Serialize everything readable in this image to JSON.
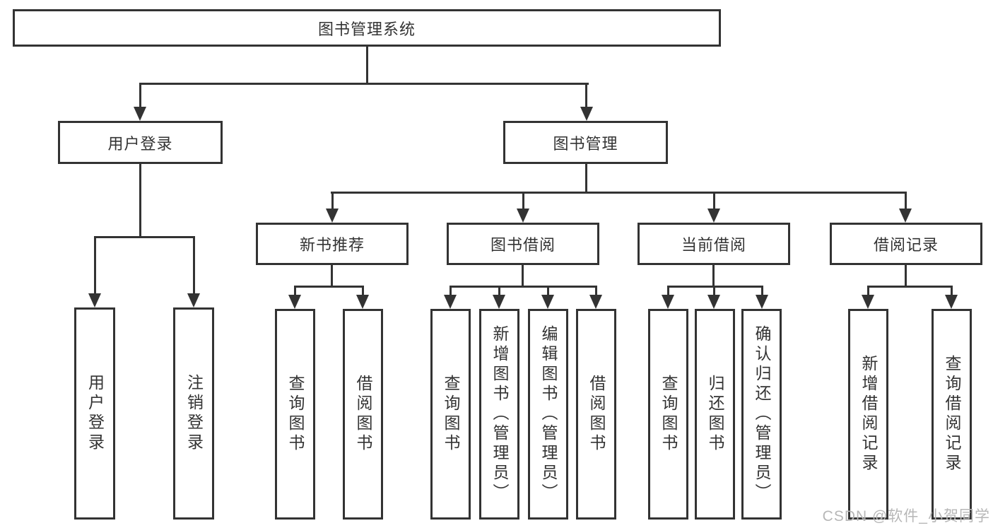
{
  "colors": {
    "line": "#333333",
    "text": "#333333",
    "watermark": "#b7b7b7",
    "background": "#ffffff"
  },
  "watermark": {
    "text": "CSDN @软件_小贺同学"
  },
  "tree": {
    "root": {
      "label": "图书管理系统"
    },
    "children": [
      {
        "label": "用户登录",
        "children": [
          {
            "label": "用户登录"
          },
          {
            "label": "注销登录"
          }
        ]
      },
      {
        "label": "图书管理",
        "children": [
          {
            "label": "新书推荐",
            "children": [
              {
                "label": "查询图书"
              },
              {
                "label": "借阅图书"
              }
            ]
          },
          {
            "label": "图书借阅",
            "children": [
              {
                "label": "查询图书"
              },
              {
                "label": "新增图书（管理员）"
              },
              {
                "label": "编辑图书（管理员）"
              },
              {
                "label": "借阅图书"
              }
            ]
          },
          {
            "label": "当前借阅",
            "children": [
              {
                "label": "查询图书"
              },
              {
                "label": "归还图书"
              },
              {
                "label": "确认归还（管理员）"
              }
            ]
          },
          {
            "label": "借阅记录",
            "children": [
              {
                "label": "新增借阅记录"
              },
              {
                "label": "查询借阅记录"
              }
            ]
          }
        ]
      }
    ]
  }
}
